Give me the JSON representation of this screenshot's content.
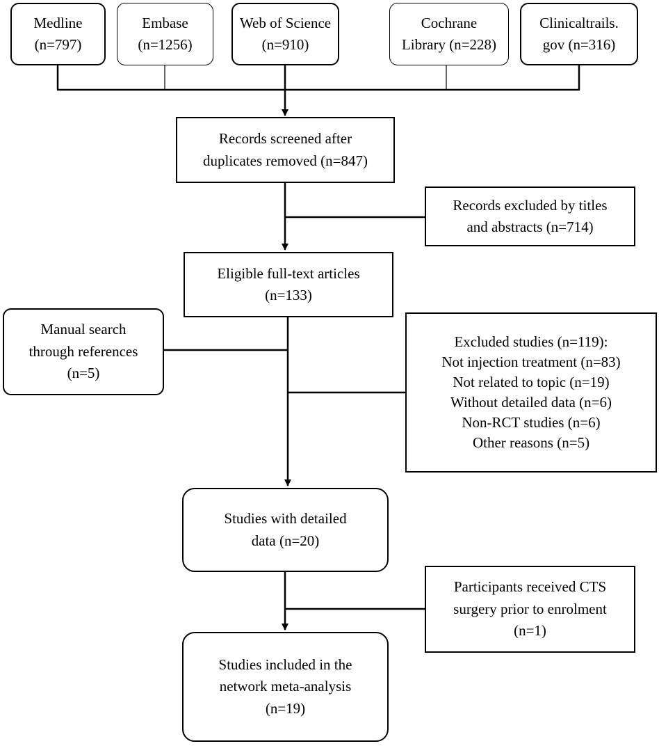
{
  "sources": [
    {
      "line1": "Medline",
      "line2": "(n=797)"
    },
    {
      "line1": "Embase",
      "line2": "(n=1256)"
    },
    {
      "line1": "Web of Science",
      "line2": "(n=910)"
    },
    {
      "line1": "Cochrane",
      "line2": "Library (n=228)"
    },
    {
      "line1": "Clinicaltrails.",
      "line2": "gov (n=316)"
    }
  ],
  "screened": {
    "line1": "Records screened after",
    "line2": "duplicates removed (n=847)"
  },
  "excluded_titles": {
    "line1": "Records excluded by titles",
    "line2": "and abstracts (n=714)"
  },
  "eligible": {
    "line1": "Eligible full-text articles",
    "line2": "(n=133)"
  },
  "manual_search": {
    "line1": "Manual search",
    "line2": "through references",
    "line3": "(n=5)"
  },
  "excluded_studies": {
    "heading": "Excluded studies (n=119):",
    "reasons": [
      "Not injection treatment (n=83)",
      "Not related to topic (n=19)",
      "Without detailed data (n=6)",
      "Non-RCT studies (n=6)",
      "Other reasons (n=5)"
    ]
  },
  "detailed": {
    "line1": "Studies with detailed",
    "line2": "data (n=20)"
  },
  "surgery_excluded": {
    "line1": "Participants received CTS",
    "line2": "surgery prior to enrolment",
    "line3": "(n=1)"
  },
  "included": {
    "line1": "Studies included in the",
    "line2": "network meta-analysis",
    "line3": "(n=19)"
  }
}
